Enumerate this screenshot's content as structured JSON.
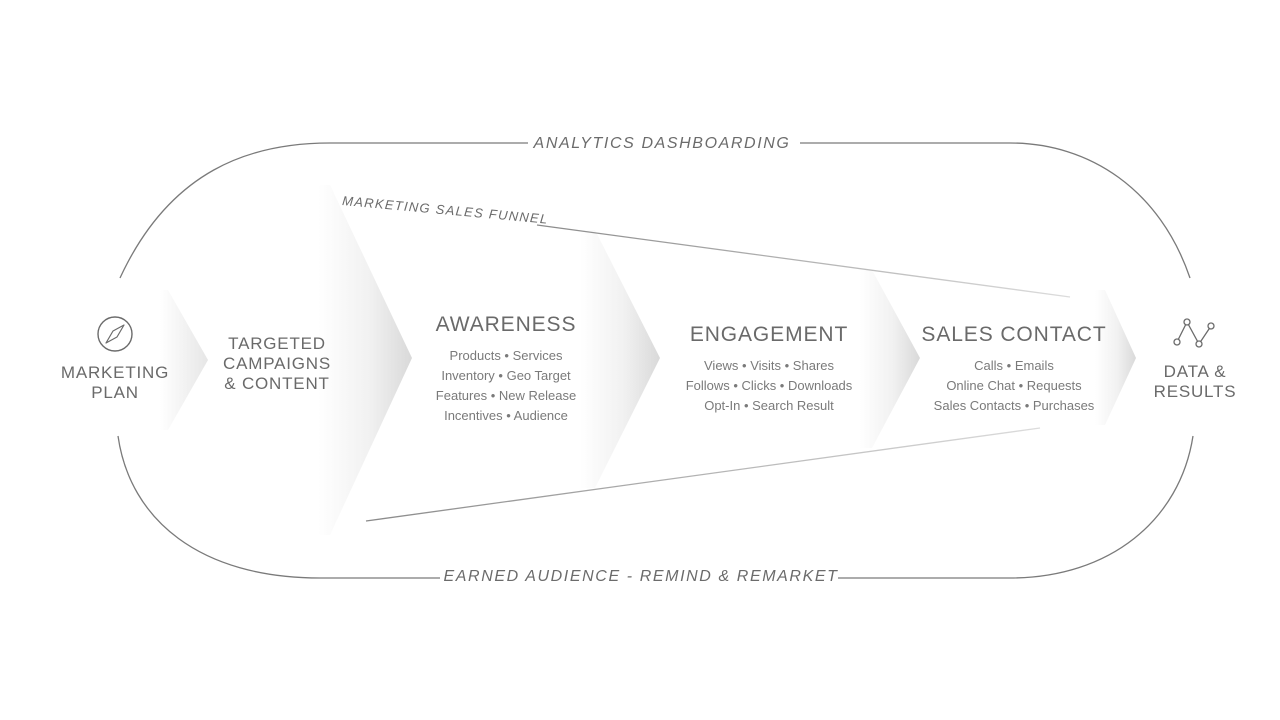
{
  "diagram": {
    "top_loop_label": "ANALYTICS DASHBOARDING",
    "bottom_loop_label": "EARNED AUDIENCE - REMIND & REMARKET",
    "funnel_label": "MARKETING SALES FUNNEL",
    "start": {
      "icon": "compass-icon",
      "title_lines": [
        "MARKETING",
        "PLAN"
      ]
    },
    "campaigns": {
      "title_lines": [
        "TARGETED",
        "CAMPAIGNS",
        "& CONTENT"
      ]
    },
    "stages": [
      {
        "title": "AWARENESS",
        "items": [
          "Products • Services",
          "Inventory • Geo Target",
          "Features • New Release",
          "Incentives • Audience"
        ]
      },
      {
        "title": "ENGAGEMENT",
        "items": [
          "Views • Visits • Shares",
          "Follows • Clicks • Downloads",
          "Opt-In • Search Result"
        ]
      },
      {
        "title": "SALES CONTACT",
        "items": [
          "Calls • Emails",
          "Online Chat • Requests",
          "Sales Contacts • Purchases"
        ]
      }
    ],
    "end": {
      "icon": "line-graph-icon",
      "title_lines": [
        "DATA &",
        "RESULTS"
      ]
    }
  }
}
